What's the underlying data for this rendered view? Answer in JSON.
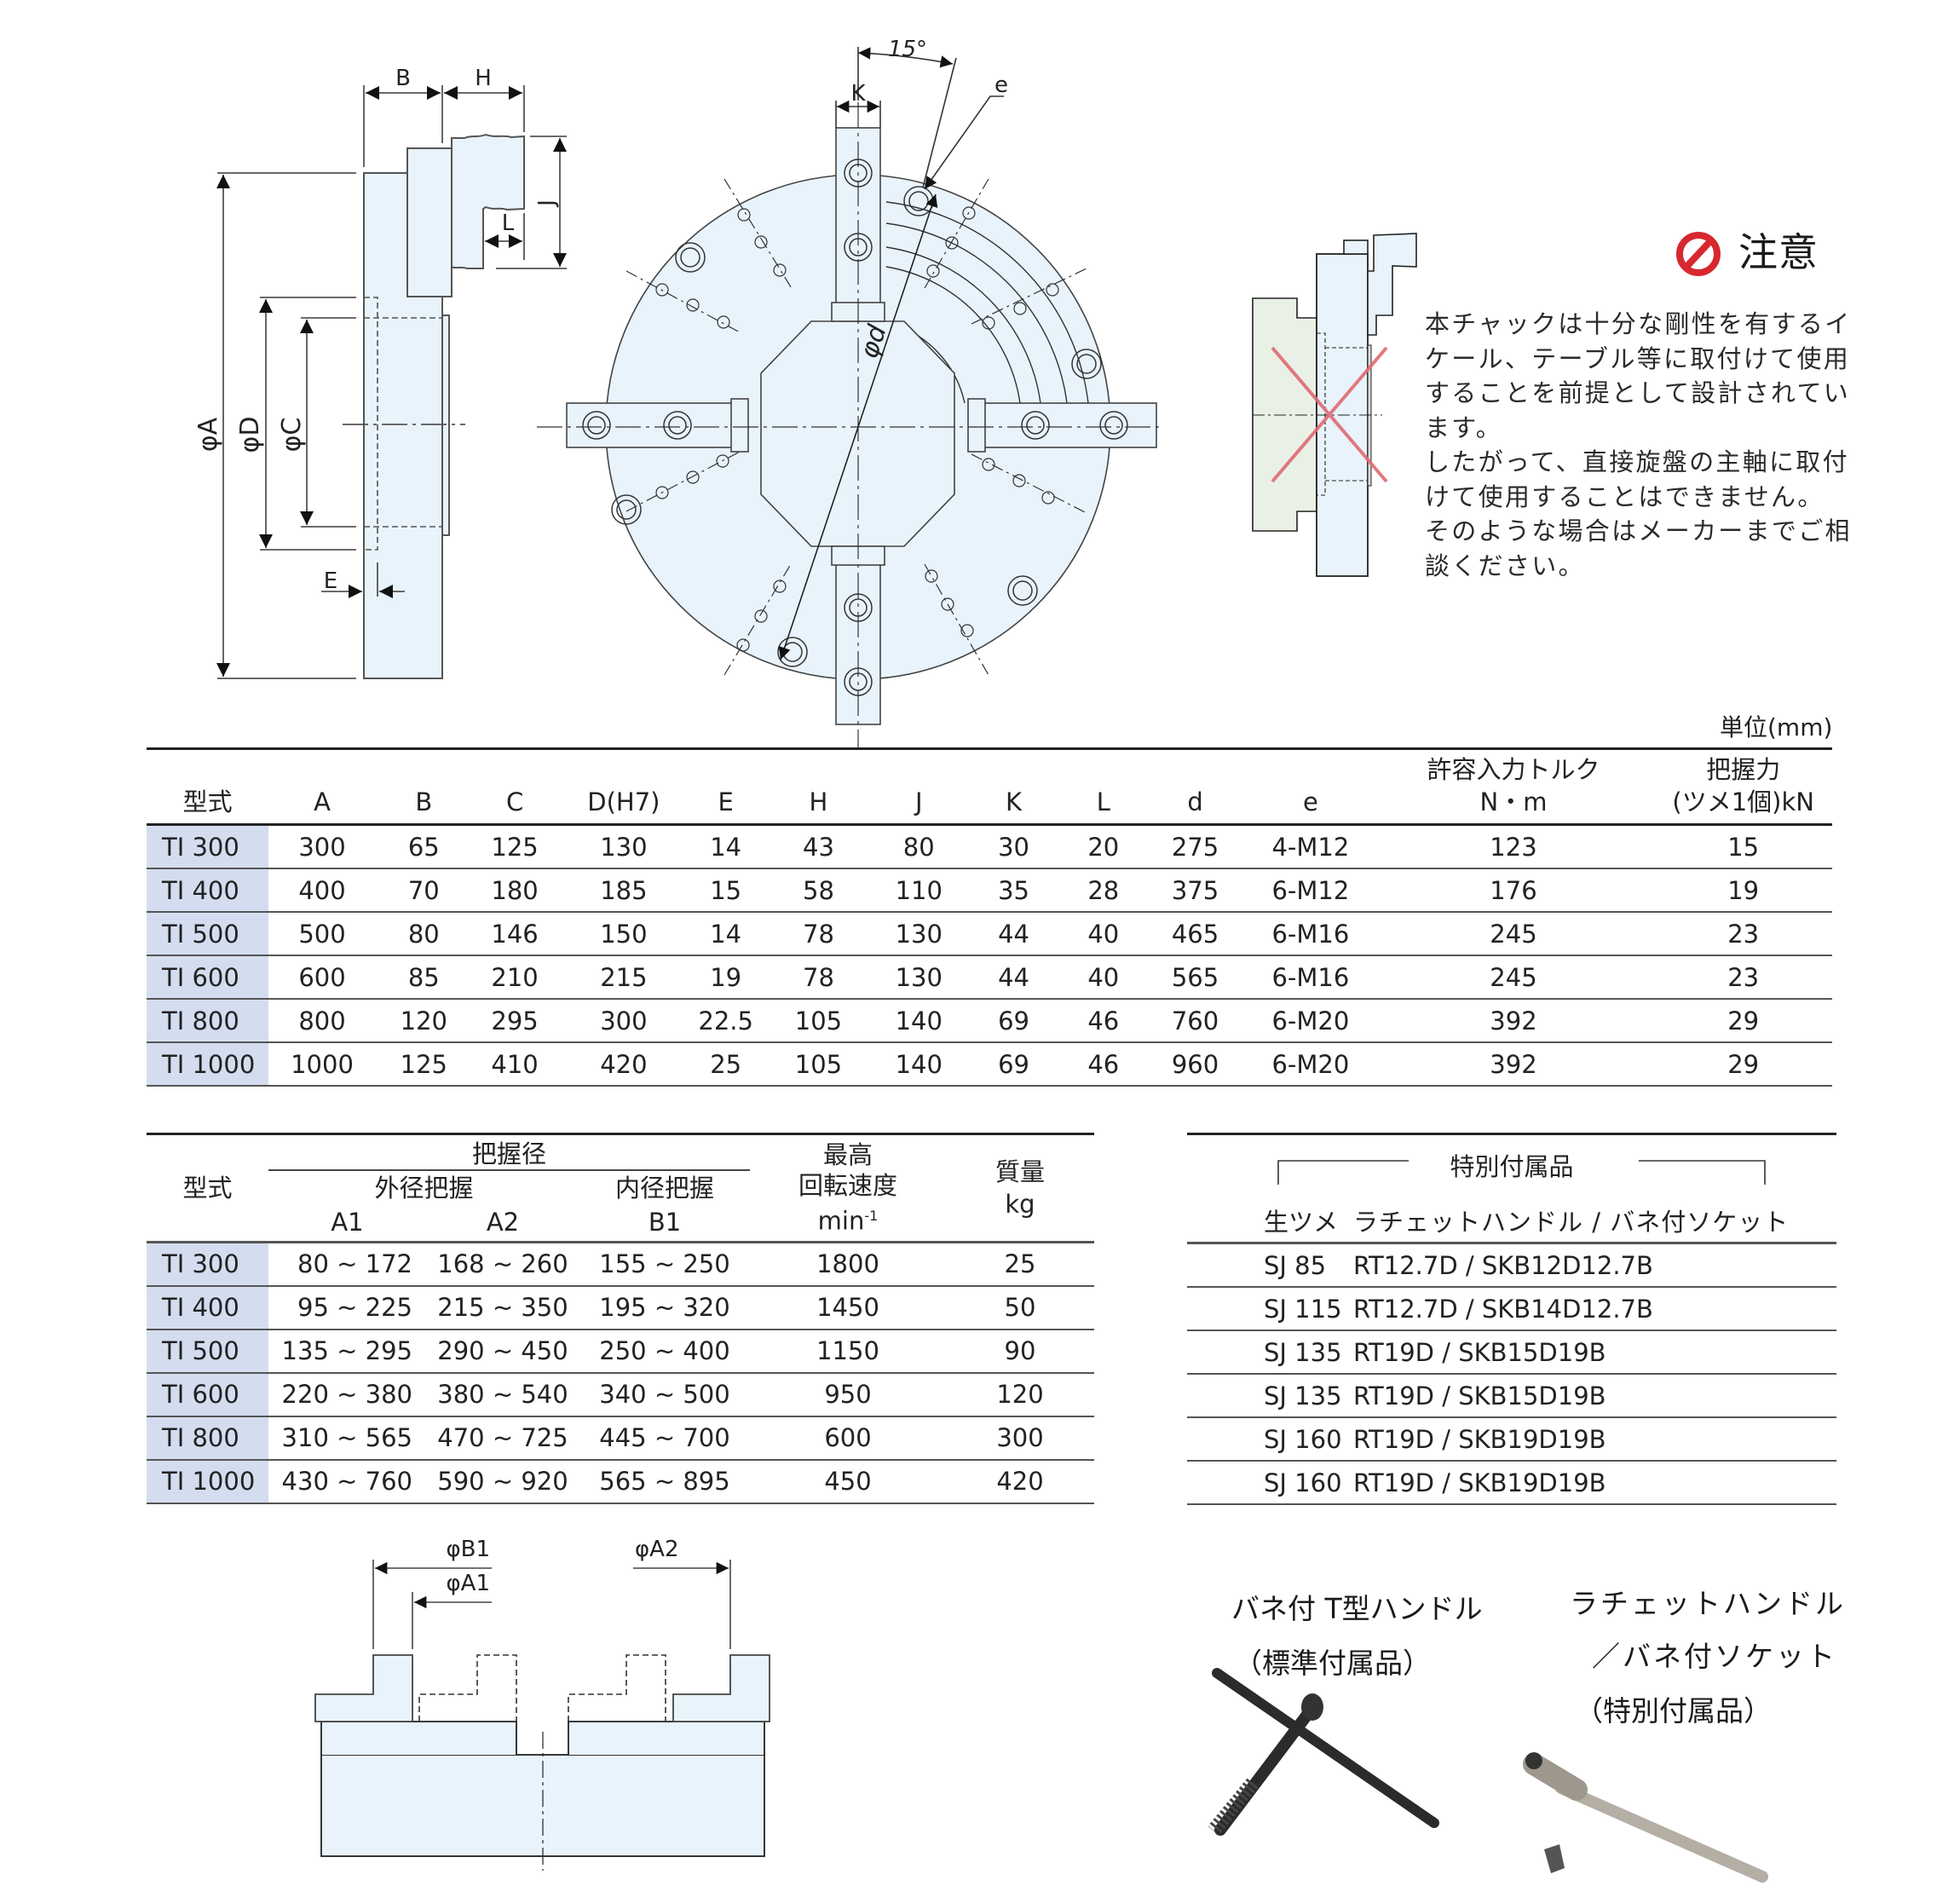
{
  "caution": {
    "icon": "prohibition-icon",
    "icon_color": "#d7282f",
    "title": "注意",
    "lines": [
      "本チャックは十分な剛性を有するイ",
      "ケール、テーブル等に取付けて使用",
      "することを前提として設計されてい",
      "ます。",
      "したがって、直接旋盤の主軸に取付",
      "けて使用することはできません。",
      "そのような場合はメーカーまでご相",
      "談ください。"
    ]
  },
  "drawings": {
    "side_view": {
      "labels": {
        "B": "B",
        "H": "H",
        "J": "J",
        "L": "L",
        "E": "E",
        "A": "φA",
        "D": "φD",
        "C": "φC"
      }
    },
    "front_view": {
      "labels": {
        "angle": "15°",
        "K": "K",
        "e": "e",
        "d": "φd"
      }
    },
    "grip_diagram": {
      "labels": {
        "B1": "φB1",
        "A1": "φA1",
        "A2": "φA2"
      }
    },
    "body_color": "#e8f3fb",
    "spindle_color": "#e9f1e6",
    "cross_color": "#e06a72"
  },
  "unit_label": "単位(mm)",
  "main_table": {
    "headers": [
      "型式",
      "A",
      "B",
      "C",
      "D(H7)",
      "E",
      "H",
      "J",
      "K",
      "L",
      "d",
      "e"
    ],
    "torque_header": [
      "許容入力トルク",
      "N・m"
    ],
    "grip_force_header": [
      "把握力",
      "(ツメ1個)kN"
    ],
    "rows": [
      {
        "model": "TI 300",
        "values": [
          "300",
          "65",
          "125",
          "130",
          "14",
          "43",
          "80",
          "30",
          "20",
          "275",
          "4-M12",
          "123",
          "15"
        ]
      },
      {
        "model": "TI 400",
        "values": [
          "400",
          "70",
          "180",
          "185",
          "15",
          "58",
          "110",
          "35",
          "28",
          "375",
          "6-M12",
          "176",
          "19"
        ]
      },
      {
        "model": "TI 500",
        "values": [
          "500",
          "80",
          "146",
          "150",
          "14",
          "78",
          "130",
          "44",
          "40",
          "465",
          "6-M16",
          "245",
          "23"
        ]
      },
      {
        "model": "TI 600",
        "values": [
          "600",
          "85",
          "210",
          "215",
          "19",
          "78",
          "130",
          "44",
          "40",
          "565",
          "6-M16",
          "245",
          "23"
        ]
      },
      {
        "model": "TI 800",
        "values": [
          "800",
          "120",
          "295",
          "300",
          "22.5",
          "105",
          "140",
          "69",
          "46",
          "760",
          "6-M20",
          "392",
          "29"
        ]
      },
      {
        "model": "TI 1000",
        "values": [
          "1000",
          "125",
          "410",
          "420",
          "25",
          "105",
          "140",
          "69",
          "46",
          "960",
          "6-M20",
          "392",
          "29"
        ]
      }
    ]
  },
  "grip_table": {
    "model_header": "型式",
    "grip_diameter_header": "把握径",
    "outer_grip_header": "外径把握",
    "inner_grip_header": "内径把握",
    "sub_headers": [
      "A1",
      "A2",
      "B1"
    ],
    "speed_header": [
      "最高",
      "回転速度",
      "min",
      "-1"
    ],
    "mass_header": [
      "質量",
      "kg"
    ],
    "rows": [
      {
        "model": "TI 300",
        "A1": "80 ~ 172",
        "A2": "168 ~ 260",
        "B1": "155 ~ 250",
        "speed": "1800",
        "mass": "25"
      },
      {
        "model": "TI 400",
        "A1": "95 ~ 225",
        "A2": "215 ~ 350",
        "B1": "195 ~ 320",
        "speed": "1450",
        "mass": "50"
      },
      {
        "model": "TI 500",
        "A1": "135 ~ 295",
        "A2": "290 ~ 450",
        "B1": "250 ~ 400",
        "speed": "1150",
        "mass": "90"
      },
      {
        "model": "TI 600",
        "A1": "220 ~ 380",
        "A2": "380 ~ 540",
        "B1": "340 ~ 500",
        "speed": "950",
        "mass": "120"
      },
      {
        "model": "TI 800",
        "A1": "310 ~ 565",
        "A2": "470 ~ 725",
        "B1": "445 ~ 700",
        "speed": "600",
        "mass": "300"
      },
      {
        "model": "TI 1000",
        "A1": "430 ~ 760",
        "A2": "590 ~ 920",
        "B1": "565 ~ 895",
        "speed": "450",
        "mass": "420"
      }
    ]
  },
  "accessory_table": {
    "title": "特別付属品",
    "headers": [
      "生ツメ",
      "ラチェットハンドル / バネ付ソケット"
    ],
    "rows": [
      {
        "jaw": "SJ 85",
        "tool": "RT12.7D / SKB12D12.7B"
      },
      {
        "jaw": "SJ 115",
        "tool": "RT12.7D / SKB14D12.7B"
      },
      {
        "jaw": "SJ 135",
        "tool": "RT19D / SKB15D19B"
      },
      {
        "jaw": "SJ 135",
        "tool": "RT19D / SKB15D19B"
      },
      {
        "jaw": "SJ 160",
        "tool": "RT19D / SKB19D19B"
      },
      {
        "jaw": "SJ 160",
        "tool": "RT19D / SKB19D19B"
      }
    ]
  },
  "tools": {
    "t_handle": {
      "title": "バネ付 T型ハンドル",
      "note": "（標準付属品）"
    },
    "ratchet": {
      "title_line1": "ラチェットハンドル",
      "title_line2": "／バネ付ソケット",
      "note": "（特別付属品）"
    }
  }
}
